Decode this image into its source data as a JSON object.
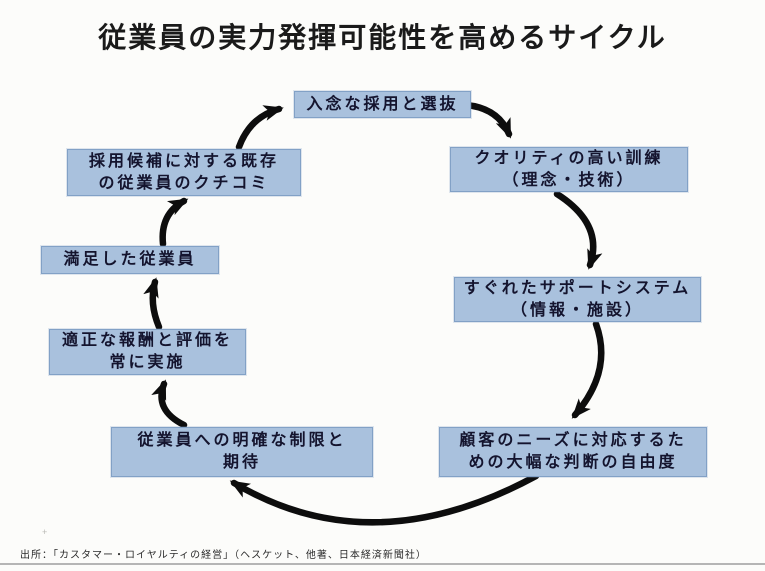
{
  "title": "従業員の実力発揮可能性を高めるサイクル",
  "cycle": {
    "nodes": [
      {
        "id": "careful-hiring",
        "label": "入念な採用と選抜",
        "lines": [
          "入念な採用と選抜"
        ]
      },
      {
        "id": "quality-training",
        "label": "クオリティの高い訓練（理念・技術）",
        "lines": [
          "クオリティの高い訓練",
          "（理念・技術）"
        ]
      },
      {
        "id": "support-system",
        "label": "すぐれたサポートシステム（情報・施設）",
        "lines": [
          "すぐれたサポートシステム",
          "（情報・施設）"
        ]
      },
      {
        "id": "judgment-freedom",
        "label": "顧客のニーズに対応するための大幅な判断の自由度",
        "lines": [
          "顧客のニーズに対応するた",
          "めの大幅な判断の自由度"
        ]
      },
      {
        "id": "clear-limits",
        "label": "従業員への明確な制限と期待",
        "lines": [
          "従業員への明確な制限と",
          "期待"
        ]
      },
      {
        "id": "fair-reward",
        "label": "適正な報酬と評価を常に実施",
        "lines": [
          "適正な報酬と評価を",
          "常に実施"
        ]
      },
      {
        "id": "satisfied-employee",
        "label": "満足した従業員",
        "lines": [
          "満足した従業員"
        ]
      },
      {
        "id": "word-of-mouth",
        "label": "採用候補に対する既存の従業員のクチコミ",
        "lines": [
          "採用候補に対する既存",
          "の従業員のクチコミ"
        ]
      }
    ],
    "edges": [
      {
        "from": "careful-hiring",
        "to": "quality-training"
      },
      {
        "from": "quality-training",
        "to": "support-system"
      },
      {
        "from": "support-system",
        "to": "judgment-freedom"
      },
      {
        "from": "judgment-freedom",
        "to": "clear-limits"
      },
      {
        "from": "clear-limits",
        "to": "fair-reward"
      },
      {
        "from": "fair-reward",
        "to": "satisfied-employee"
      },
      {
        "from": "satisfied-employee",
        "to": "word-of-mouth"
      },
      {
        "from": "word-of-mouth",
        "to": "careful-hiring"
      }
    ]
  },
  "footer": {
    "source": "出所：「カスタマー・ロイヤルティの経営」（ヘスケット、他著、日本経済新聞社）",
    "page_mark": "+"
  },
  "colors": {
    "box_fill": "#a9c1dd",
    "box_border": "#82a1c6",
    "box_text": "#14142e",
    "arrow": "#0d0d0d",
    "background": "#fcfcfa",
    "title_text": "#1a1a1a",
    "bottom_rule": "#b5b5b5"
  }
}
